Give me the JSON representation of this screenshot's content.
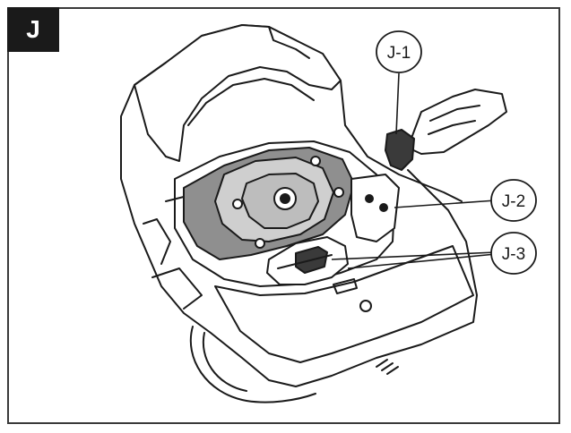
{
  "figure": {
    "panel_label": "J",
    "callouts": [
      {
        "id": "j1",
        "label": "J-1"
      },
      {
        "id": "j2",
        "label": "J-2"
      },
      {
        "id": "j3",
        "label": "J-3"
      }
    ]
  },
  "colors": {
    "line": "#1a1a1a",
    "shade": "#8f8f8f",
    "panel_bg": "#1a1a1a"
  }
}
